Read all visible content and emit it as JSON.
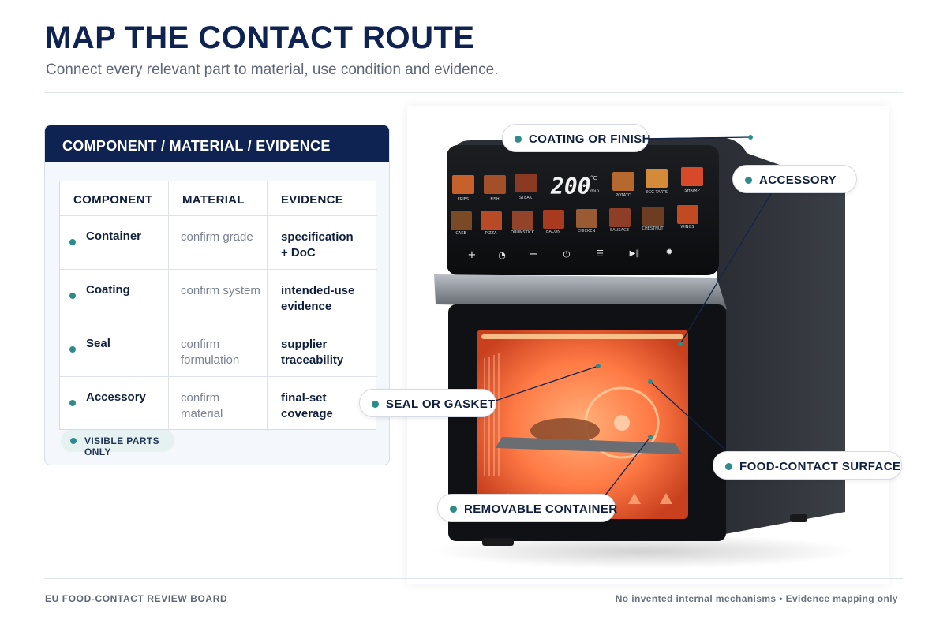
{
  "header": {
    "title": "MAP THE CONTACT ROUTE",
    "subtitle": "Connect every relevant part to material, use condition and evidence."
  },
  "panel": {
    "title": "COMPONENT / MATERIAL / EVIDENCE",
    "columns": [
      "COMPONENT",
      "MATERIAL",
      "EVIDENCE"
    ],
    "rows": [
      {
        "component": "Container",
        "material": "confirm grade",
        "evidence": "specification\n+ DoC"
      },
      {
        "component": "Coating",
        "material": "confirm system",
        "evidence": "intended-use\nevidence"
      },
      {
        "component": "Seal",
        "material": "confirm\nformulation",
        "evidence": "supplier\ntraceability"
      },
      {
        "component": "Accessory",
        "material": "confirm\nmaterial",
        "evidence": "final-set\ncoverage"
      }
    ],
    "note": "VISIBLE PARTS ONLY"
  },
  "display": {
    "temperature": "200",
    "unit_top": "°C",
    "unit_bottom": "min",
    "presets_row1": [
      "FRIES",
      "FISH",
      "STEAK",
      "POTATO",
      "EGG TARTS",
      "SHRIMP"
    ],
    "presets_row2": [
      "CAKE",
      "PIZZA",
      "DRUMSTICK",
      "BACON",
      "CHICKEN",
      "SAUSAGE",
      "CHESTNUT",
      "WINGS"
    ],
    "controls": [
      "+",
      "◔",
      "−",
      "⏻",
      "☰",
      "▶‖",
      "✹"
    ]
  },
  "callouts": {
    "coating": "COATING OR FINISH",
    "accessory": "ACCESSORY",
    "seal": "SEAL OR GASKET",
    "food_contact": "FOOD-CONTACT SURFACE",
    "container": "REMOVABLE CONTAINER"
  },
  "footer": {
    "left": "EU FOOD-CONTACT REVIEW BOARD",
    "right": "No invented internal mechanisms • Evidence mapping only"
  },
  "colors": {
    "navy": "#0f2352",
    "teal": "#2e8b8b",
    "muted": "#5d6676"
  }
}
